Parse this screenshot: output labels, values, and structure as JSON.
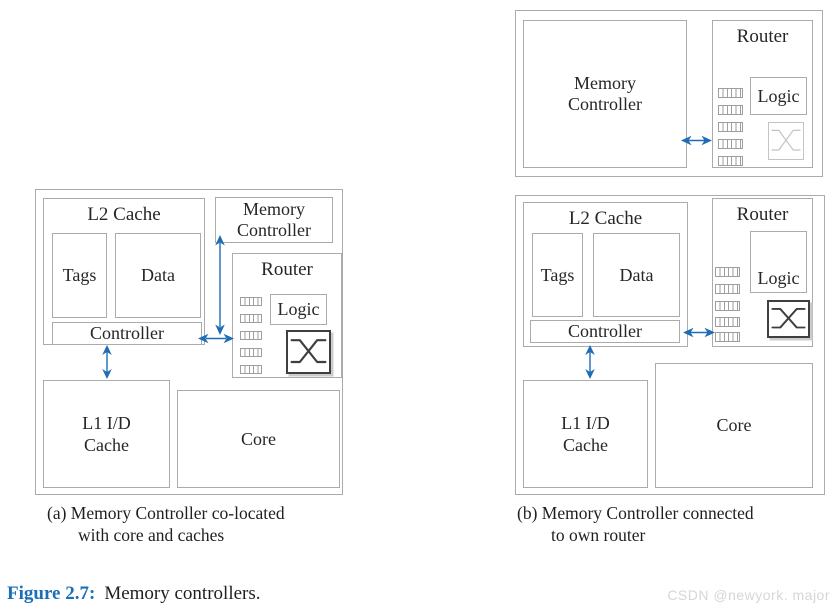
{
  "colors": {
    "arrow_blue": "#1e6cb5",
    "box_border_gray": "#ababab",
    "crossbar_dark": "#3f3f3f",
    "crossbar_light": "#c4c4c4",
    "figure_label_blue": "#1a6fb7",
    "text": "#1f1f1f",
    "watermark_gray": "#d6d6d6"
  },
  "icons": {
    "crossbar_switch_icon": "X crossed lines in square",
    "buffer_queue_icon": "small striped rectangle (FIFO slots)",
    "bidirectional_arrow_icon": "blue double-headed arrow"
  },
  "panel_a": {
    "l2_cache_label": "L2 Cache",
    "tags_label": "Tags",
    "data_label": "Data",
    "controller_label": "Controller",
    "memory_controller_lines": [
      "Memory",
      "Controller"
    ],
    "router_label": "Router",
    "logic_label": "Logic",
    "l1_cache_lines": [
      "L1 I/D",
      "Cache"
    ],
    "core_label": "Core",
    "caption_lines": [
      "(a) Memory Controller co-located",
      "with core and caches"
    ]
  },
  "panel_b_top": {
    "memory_controller_lines": [
      "Memory",
      "Controller"
    ],
    "router_label": "Router",
    "logic_label": "Logic"
  },
  "panel_b_bottom": {
    "l2_cache_label": "L2 Cache",
    "tags_label": "Tags",
    "data_label": "Data",
    "controller_label": "Controller",
    "router_label": "Router",
    "logic_label": "Logic",
    "l1_cache_lines": [
      "L1 I/D",
      "Cache"
    ],
    "core_label": "Core",
    "caption_lines": [
      "(b) Memory Controller connected",
      "to own router"
    ]
  },
  "figure_caption": {
    "label": "Figure 2.7:",
    "text": "Memory controllers."
  },
  "watermark": "CSDN @newyork. major"
}
